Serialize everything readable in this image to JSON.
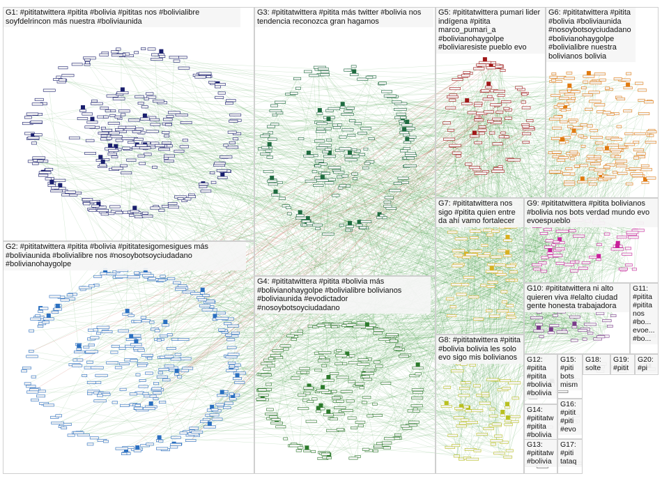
{
  "groups": [
    {
      "id": "g1",
      "label": "G1: #pititatwittera #pitita #bolivia #pititas nos #bolivialibre\nsoyfdelrincon más nuestra #boliviaunida",
      "color": "#1a1f6e"
    },
    {
      "id": "g2",
      "label": "G2: #pititatwittera #pitita #bolivia #pititatesigomesigues más\n#boliviaunida #bolivialibre nos #nosoybotsoyciudadano\n#bolivianohaygolpe",
      "color": "#2a6fc0"
    },
    {
      "id": "g3",
      "label": "G3: #pititatwittera #pitita más twitter #bolivia nos\ntendencia reconozca gran hagamos",
      "color": "#1f6b40"
    },
    {
      "id": "g4",
      "label": "G4: #pititatwittera #pitita #bolivia más\n#bolivianohaygolpe #bolivialibre bolivianos\n#boliviaunida #evodictador\n#nosoybotsoyciudadano",
      "color": "#2c7a2c"
    },
    {
      "id": "g5",
      "label": "G5: #pititatwittera pumari lider\nindígena #pitita\nmarco_pumari_a\n#bolivianohaygolpe\n#boliviaresiste pueblo evo",
      "color": "#a01818"
    },
    {
      "id": "g6",
      "label": "G6: #pititatwittera #pitita\n#bolivia #boliviaunida\n#nosoybotsoyciudadano\n#bolivianohaygolpe\n#bolivialibre nuestra\nbolivianos bolivia",
      "color": "#e07a10"
    },
    {
      "id": "g7",
      "label": "G7: #pititatwittera nos\nsigo #pitita quien entre\nda ahí vamo fortalecer",
      "color": "#d8b020"
    },
    {
      "id": "g8",
      "label": "G8: #pititatwittera #pitita\n#bolivia bolivia les solo\nevo sigo mis bolivianos",
      "color": "#b8c020"
    },
    {
      "id": "g9",
      "label": "G9: #pititatwittera #pitita bolivianos\n#bolivia nos bots verdad mundo evo\nevoespueblo",
      "color": "#c8209a"
    },
    {
      "id": "g10",
      "label": "G10: #pititatwittera ni alto\nquieren viva #elalto ciudad\ngente honesta trabajadora",
      "color": "#7a3a8a"
    },
    {
      "id": "g11",
      "label": "G11:\n#pitita\n#pitita\nnos\n#bo...\nevoe...\n#bo...",
      "color": "#555555"
    },
    {
      "id": "g12",
      "label": "G12:\n#pitita\n#pitita\n#bolivia\n#bolivia",
      "color": "#555555"
    },
    {
      "id": "g13",
      "label": "G13:\n#pititatw\n#bolivia",
      "color": "#555555"
    },
    {
      "id": "g14",
      "label": "G14:\n#pititatw\n#pitita\n#bolivia",
      "color": "#555555"
    },
    {
      "id": "g15",
      "label": "G15:\n#piti\nbots\nmism",
      "color": "#555555"
    },
    {
      "id": "g16",
      "label": "G16:\n#pitit\n#piti\n#evo",
      "color": "#555555"
    },
    {
      "id": "g17",
      "label": "G17:\n#piti\ntataq",
      "color": "#555555"
    },
    {
      "id": "g18",
      "label": "G18:\nsolte",
      "color": "#555555"
    },
    {
      "id": "g19",
      "label": "G19:\n#pitit",
      "color": "#555555"
    },
    {
      "id": "g20",
      "label": "G20:\n#pi",
      "color": "#555555"
    }
  ],
  "colors": {
    "edge_green": "#1e8a1e",
    "edge_red": "#c0392b",
    "node_fill": "#f4f4f4",
    "box_border": "#cfcfcf",
    "label_bg": "#f5f5f5"
  },
  "icons": {
    "node": "user-node-icon"
  }
}
